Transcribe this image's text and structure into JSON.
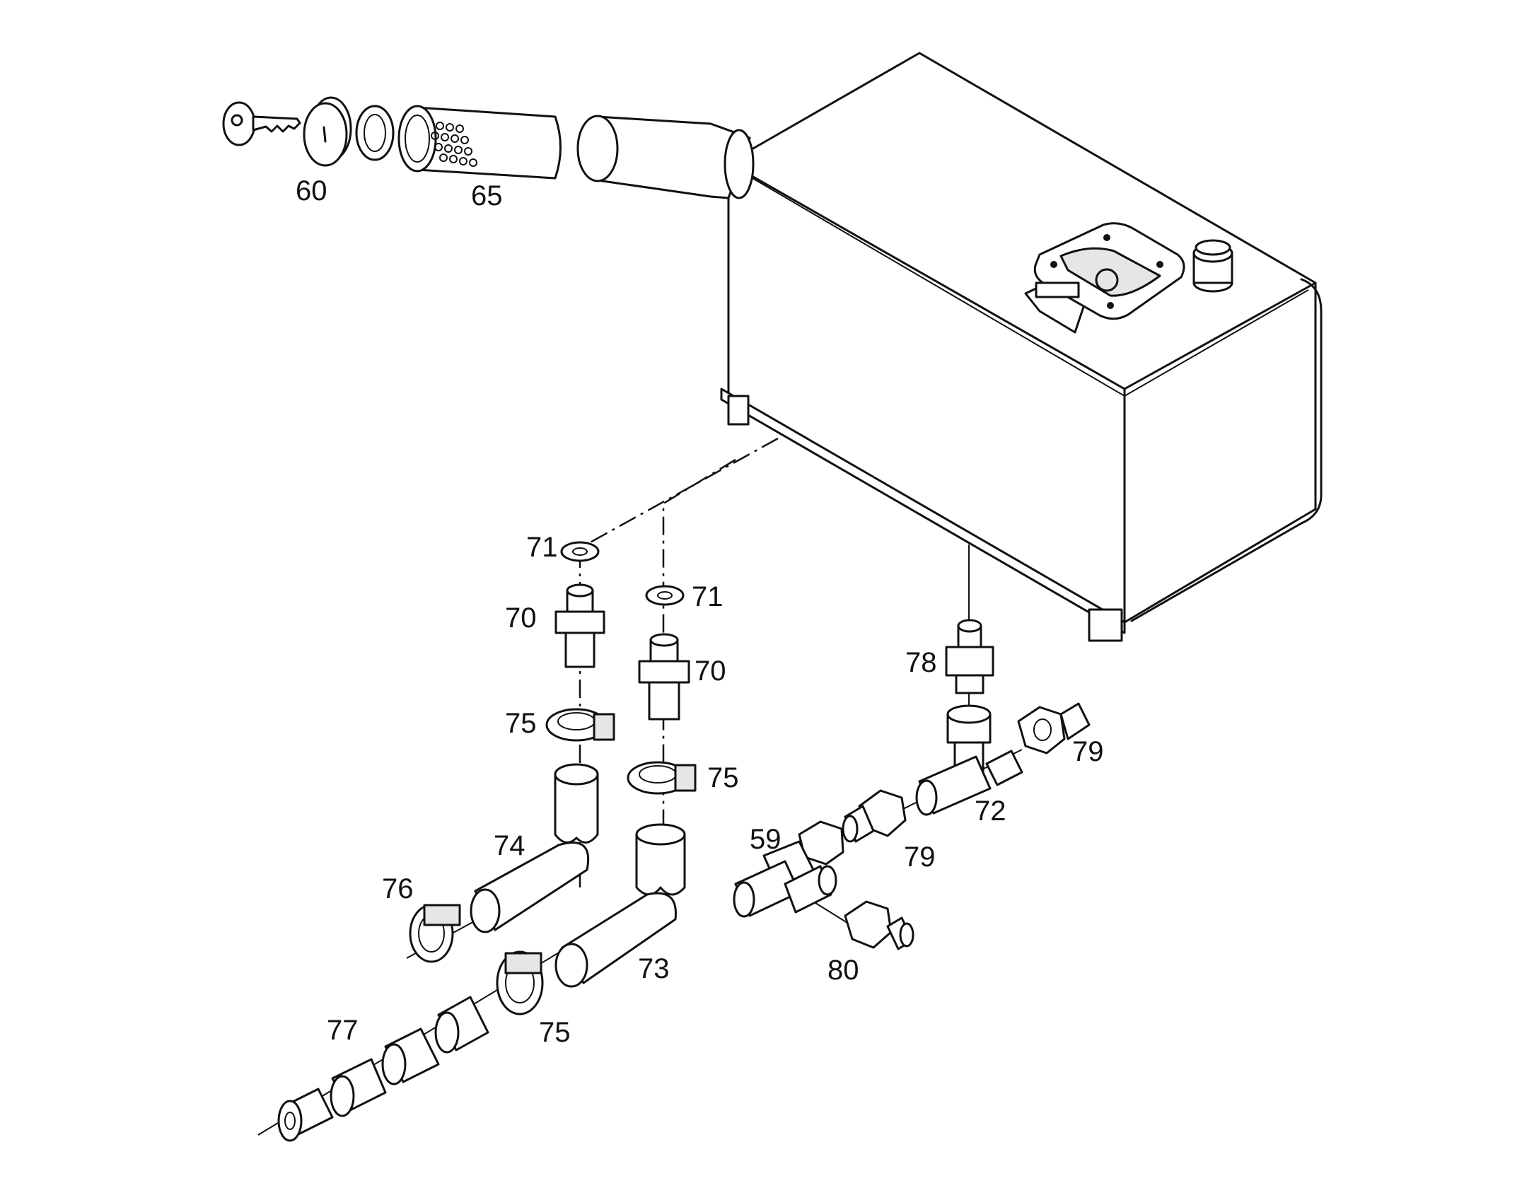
{
  "labels": {
    "l60": "60",
    "l65": "65",
    "l71a": "71",
    "l71b": "71",
    "l70a": "70",
    "l70b": "70",
    "l75a": "75",
    "l75b": "75",
    "l75c": "75",
    "l74": "74",
    "l76": "76",
    "l73": "73",
    "l77": "77",
    "l78": "78",
    "l79a": "79",
    "l79b": "79",
    "l72": "72",
    "l59": "59",
    "l80": "80"
  }
}
